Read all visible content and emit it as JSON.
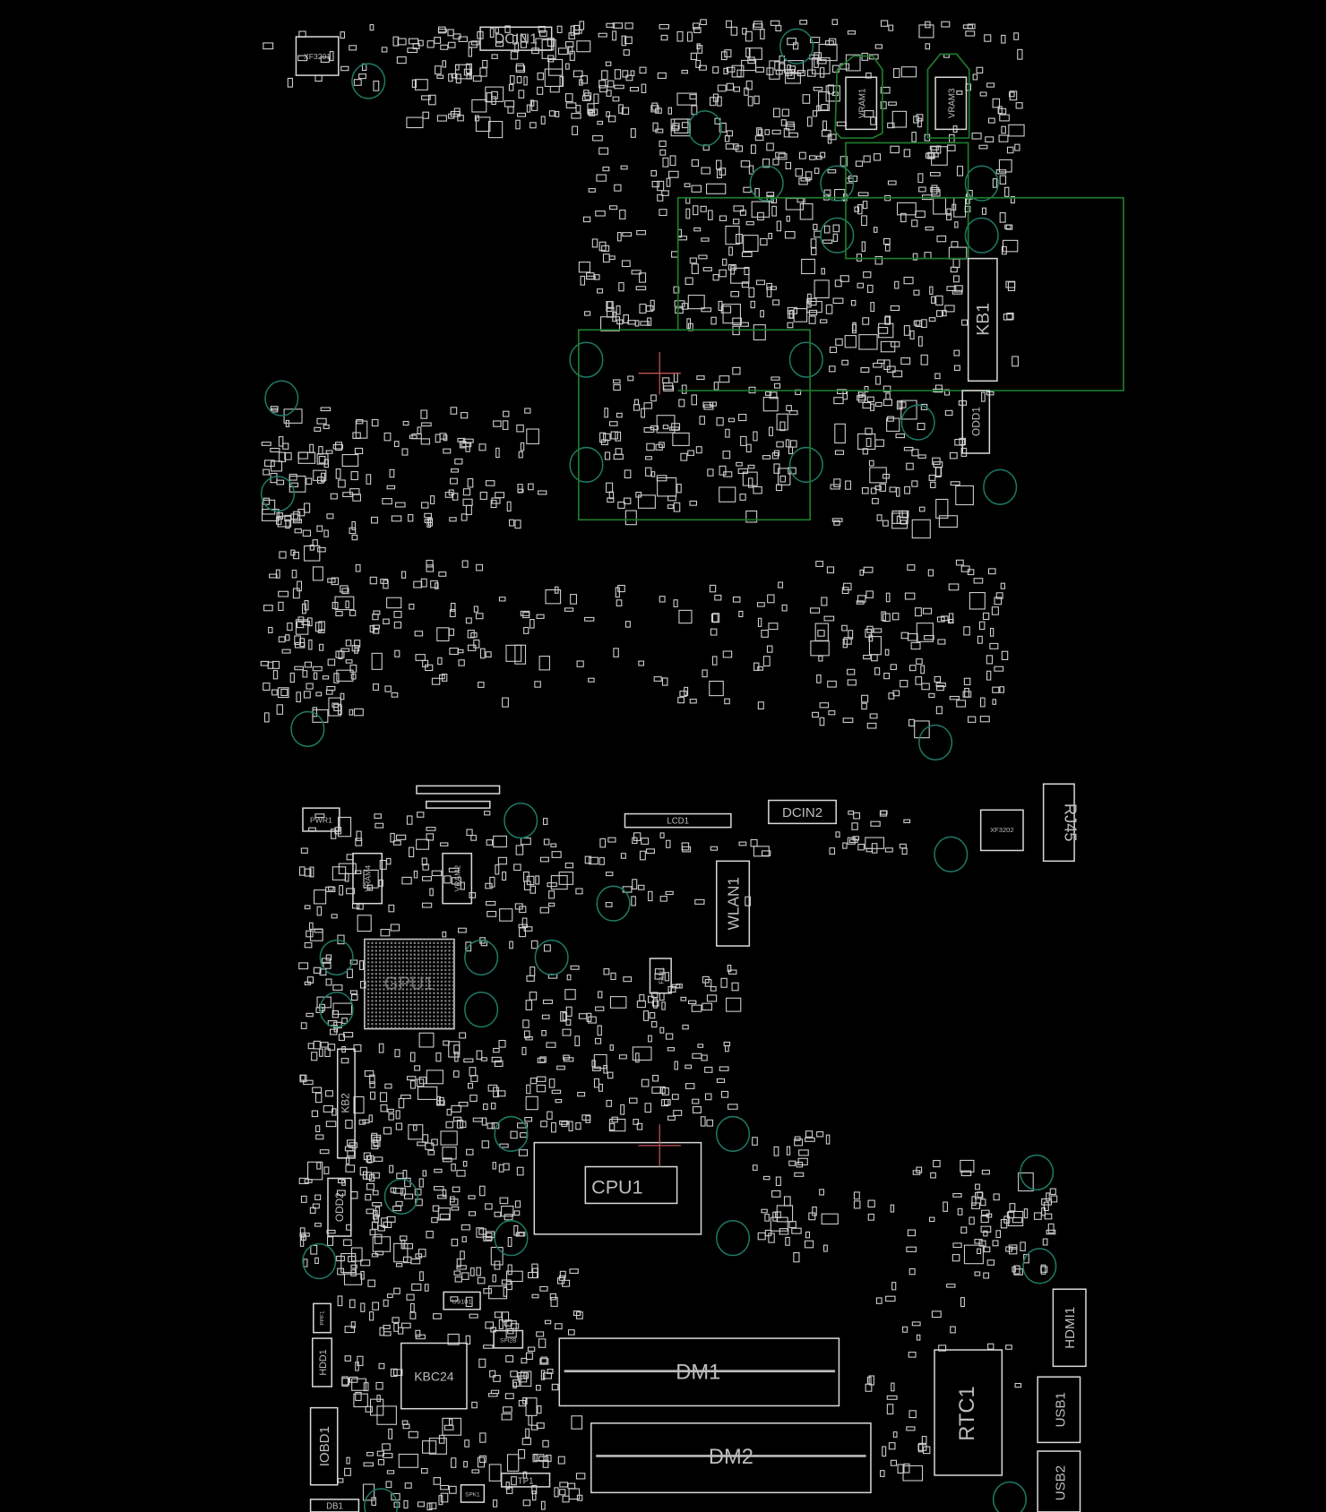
{
  "board": {
    "components": {
      "xf3201": "XF3201",
      "dcin1": "DCIN1",
      "vram1": "VRAM1",
      "vram3": "VRAM3",
      "kb1": "KB1",
      "odd1": "ODD1",
      "pwr1": "PWR1",
      "vram4": "VRAM4",
      "vram2": "VRAM2",
      "lcd1": "LCD1",
      "dcin2": "DCIN2",
      "xf3202": "XF3202",
      "rj45": "RJ45",
      "wlan1": "WLAN1",
      "gpu1": "GPU1",
      "fan1": "FAN1",
      "kb2": "KB2",
      "cpu1": "CPU1",
      "odd2": "ODD2",
      "u9101": "U9101",
      "ppf1": "PPF1",
      "spi2b": "SPI2B",
      "hdd1": "HDD1",
      "kbc24": "KBC24",
      "dm1": "DM1",
      "dm2": "DM2",
      "rtc1": "RTC1",
      "hdmi1": "HDMI1",
      "usb1": "USB1",
      "usb2": "USB2",
      "iobd1": "IOBD1",
      "tp1": "TP1",
      "db1": "DB1",
      "spk1": "SPK1"
    },
    "colors": {
      "background": "#000000",
      "outline": "#d8d8d8",
      "mounting_hole": "#1f7a66",
      "zone": "#1d7a2a",
      "cursor": "#c0505a"
    }
  }
}
